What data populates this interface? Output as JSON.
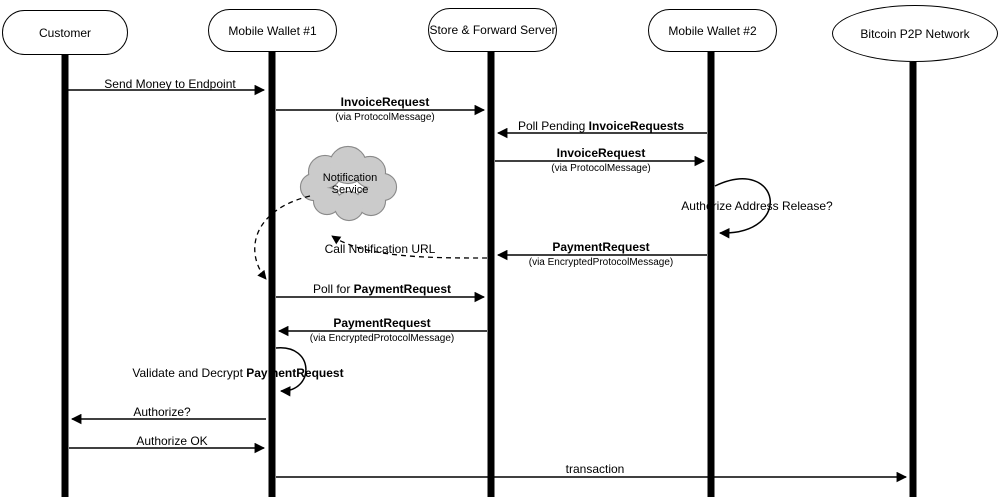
{
  "colors": {
    "line": "#000000",
    "cloud_fill": "#cbcbcb",
    "cloud_border": "#8a8a8a",
    "background": "#ffffff"
  },
  "actors": [
    {
      "label": "Customer"
    },
    {
      "label": "Mobile Wallet #1"
    },
    {
      "label": "Store & Forward Server"
    },
    {
      "label": "Mobile Wallet #2"
    },
    {
      "label": "Bitcoin P2P Network"
    }
  ],
  "cloud": {
    "line1": "Notification",
    "line2": "Service"
  },
  "messages": {
    "send_money": {
      "text": "Send Money to Endpoint",
      "from": "Customer",
      "to": "Mobile Wallet #1"
    },
    "invoice_request_1": {
      "title": "InvoiceRequest",
      "via": "(via ProtocolMessage)",
      "from": "Mobile Wallet #1",
      "to": "Store & Forward Server"
    },
    "poll_pending_invoices": {
      "prefix": "Poll Pending ",
      "bold": "InvoiceRequests",
      "from": "Mobile Wallet #2",
      "to": "Store & Forward Server"
    },
    "invoice_request_2": {
      "title": "InvoiceRequest",
      "via": "(via ProtocolMessage)",
      "from": "Store & Forward Server",
      "to": "Mobile Wallet #2"
    },
    "authorize_address_release": {
      "text": "Authorize Address Release?",
      "from": "Mobile Wallet #2",
      "to": "Mobile Wallet #2"
    },
    "payment_request_to_server": {
      "title": "PaymentRequest",
      "via": "(via EncryptedProtocolMessage)",
      "from": "Mobile Wallet #2",
      "to": "Store & Forward Server"
    },
    "call_notification_url": {
      "text": "Call Notification URL",
      "from": "Store & Forward Server",
      "to": "Notification Service"
    },
    "notify_wallet": {
      "from": "Notification Service",
      "to": "Mobile Wallet #1"
    },
    "poll_for_payment_request": {
      "prefix": "Poll for ",
      "bold": "PaymentRequest",
      "from": "Mobile Wallet #1",
      "to": "Store & Forward Server"
    },
    "payment_request_to_wallet1": {
      "title": "PaymentRequest",
      "via": "(via EncryptedProtocolMessage)",
      "from": "Store & Forward Server",
      "to": "Mobile Wallet #1"
    },
    "validate_and_decrypt": {
      "prefix": "Validate and Decrypt ",
      "bold": "PaymentRequest",
      "from": "Mobile Wallet #1",
      "to": "Mobile Wallet #1"
    },
    "authorize_question": {
      "text": "Authorize?",
      "from": "Mobile Wallet #1",
      "to": "Customer"
    },
    "authorize_ok": {
      "text": "Authorize OK",
      "from": "Customer",
      "to": "Mobile Wallet #1"
    },
    "transaction": {
      "text": "transaction",
      "from": "Mobile Wallet #1",
      "to": "Bitcoin P2P Network"
    }
  }
}
